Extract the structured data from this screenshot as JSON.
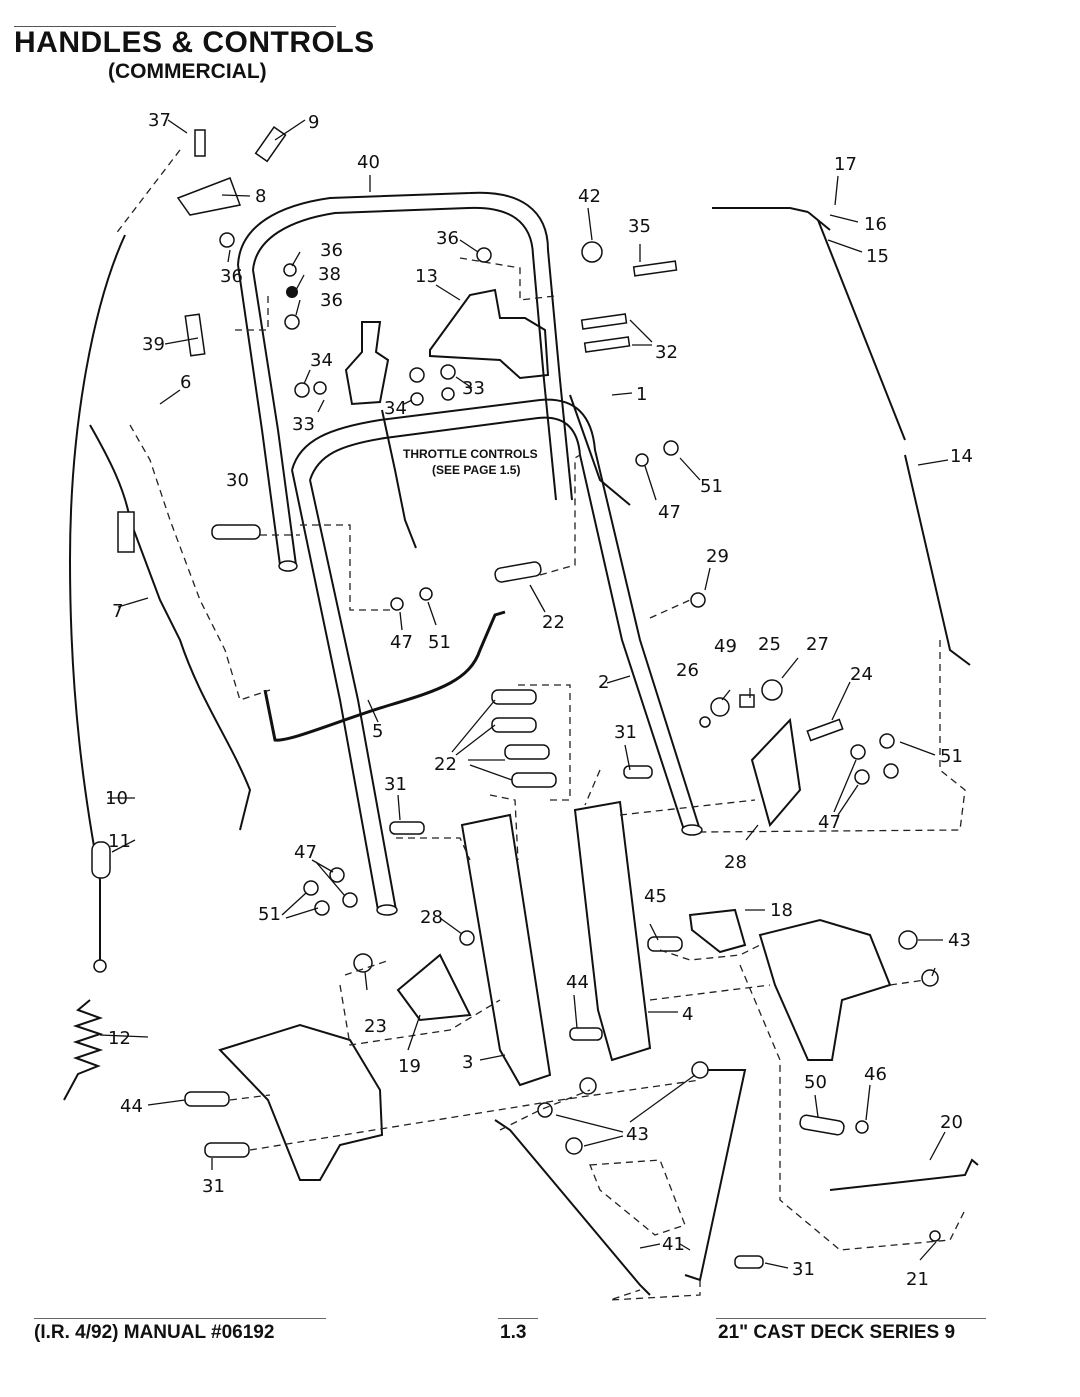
{
  "header": {
    "title": "HANDLES & CONTROLS",
    "subtitle": "(COMMERCIAL)"
  },
  "diagram": {
    "note_line1": "THROTTLE CONTROLS",
    "note_line2": "(SEE PAGE 1.5)",
    "callouts": {
      "c1": "1",
      "c2": "2",
      "c3": "3",
      "c4": "4",
      "c5": "5",
      "c6": "6",
      "c7": "7",
      "c8": "8",
      "c9": "9",
      "c10": "10",
      "c11": "11",
      "c12": "12",
      "c13": "13",
      "c14": "14",
      "c15": "15",
      "c16": "16",
      "c17": "17",
      "c18": "18",
      "c19": "19",
      "c20": "20",
      "c21": "21",
      "c22a": "22",
      "c22b": "22",
      "c23": "23",
      "c24": "24",
      "c25": "25",
      "c26": "26",
      "c27": "27",
      "c28a": "28",
      "c28b": "28",
      "c29": "29",
      "c30": "30",
      "c31a": "31",
      "c31b": "31",
      "c31c": "31",
      "c31d": "31",
      "c32": "32",
      "c33a": "33",
      "c33b": "33",
      "c34a": "34",
      "c34b": "34",
      "c35": "35",
      "c36a": "36",
      "c36b": "36",
      "c36c": "36",
      "c36d": "36",
      "c37": "37",
      "c38": "38",
      "c39": "39",
      "c40": "40",
      "c41": "41",
      "c42": "42",
      "c43a": "43",
      "c43b": "43",
      "c43c": "43",
      "c44a": "44",
      "c44b": "44",
      "c45": "45",
      "c46": "46",
      "c47a": "47",
      "c47b": "47",
      "c47c": "47",
      "c47d": "47",
      "c49": "49",
      "c50": "50",
      "c51a": "51",
      "c51b": "51",
      "c51c": "51",
      "c51d": "51"
    }
  },
  "footer": {
    "left": "(I.R. 4/92) MANUAL #06192",
    "center": "1.3",
    "right": "21\" CAST DECK SERIES 9"
  }
}
